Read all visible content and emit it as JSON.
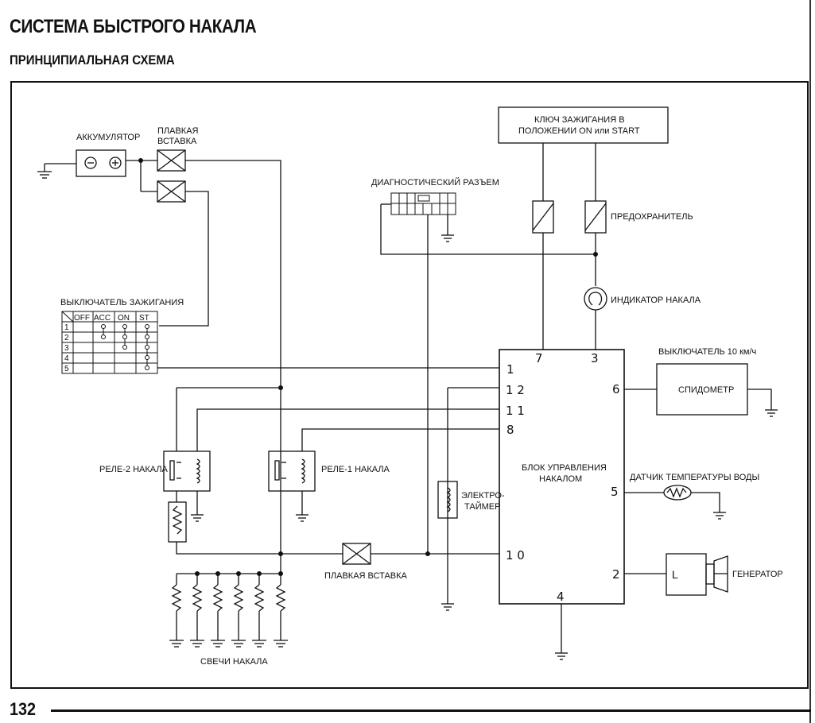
{
  "header": {
    "title": "СИСТЕМА БЫСТРОГО НАКАЛА",
    "subtitle": "ПРИНЦИПИАЛЬНАЯ СХЕМА"
  },
  "footer": {
    "page_number": "132"
  },
  "components": {
    "battery": "АККУМУЛЯТОР",
    "fusible_link_top": [
      "ПЛАВКАЯ",
      "ВСТАВКА"
    ],
    "ignition_key": [
      "КЛЮЧ ЗАЖИГАНИЯ В",
      "ПОЛОЖЕНИИ ON или START"
    ],
    "diag_connector": "ДИАГНОСТИЧЕСКИЙ РАЗЪЕМ",
    "fuse": "ПРЕДОХРАНИТЕЛЬ",
    "glow_indicator": "ИНДИКАТОР НАКАЛА",
    "ignition_switch": "ВЫКЛЮЧАТЕЛЬ ЗАЖИГАНИЯ",
    "speed_switch": "ВЫКЛЮЧАТЕЛЬ 10 км/ч",
    "speedometer": "СПИДОМЕТР",
    "relay2": "РЕЛЕ-2 НАКАЛА",
    "relay1": "РЕЛЕ-1 НАКАЛА",
    "electro_timer": [
      "ЭЛЕКТРО-",
      "ТАЙМЕР"
    ],
    "control_unit": [
      "БЛОК УПРАВЛЕНИЯ",
      "НАКАЛОМ"
    ],
    "water_temp_sensor": "ДАТЧИК ТЕМПЕРАТУРЫ ВОДЫ",
    "fusible_link_bottom": "ПЛАВКАЯ ВСТАВКА",
    "generator": "ГЕНЕРАТОР",
    "generator_terminal": "L",
    "glow_plugs": "СВЕЧИ НАКАЛА"
  },
  "switch_table": {
    "columns": [
      "OFF",
      "ACC",
      "ON",
      "ST"
    ],
    "rows": [
      "1",
      "2",
      "3",
      "4",
      "5"
    ]
  },
  "pins": {
    "p7": "7",
    "p3": "3",
    "p1": "1",
    "p12": "1 2",
    "p11": "1 1",
    "p8": "8",
    "p6": "6",
    "p5": "5",
    "p10": "1 0",
    "p2": "2",
    "p4": "4"
  }
}
